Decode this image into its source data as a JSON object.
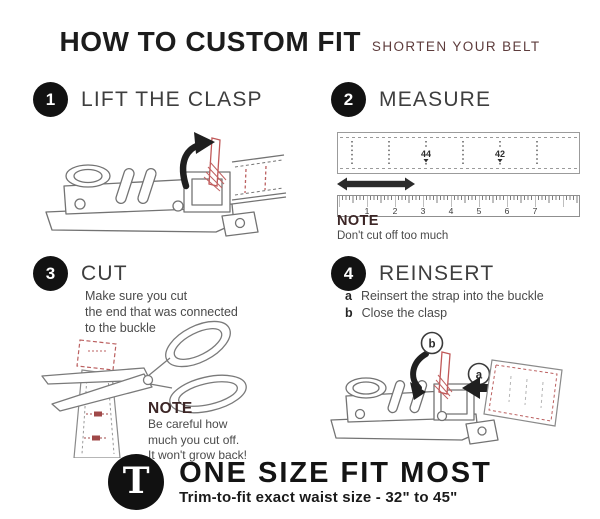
{
  "header": {
    "title": "HOW TO CUSTOM FIT",
    "subtitle": "SHORTEN YOUR BELT"
  },
  "steps": {
    "lift": {
      "number": "1",
      "label": "LIFT THE CLASP"
    },
    "measure": {
      "number": "2",
      "label": "MEASURE",
      "strap_sizes": [
        "44",
        "42"
      ],
      "ruler_numbers": [
        "1",
        "2",
        "3",
        "4",
        "5",
        "6",
        "7"
      ],
      "note_title": "NOTE",
      "note_text": "Don't cut off too much"
    },
    "cut": {
      "number": "3",
      "label": "CUT",
      "description_lines": [
        "Make sure you cut",
        "the end that was connected",
        "to the buckle"
      ],
      "note_title": "NOTE",
      "note_lines": [
        "Be careful how",
        "much you cut off.",
        "It won't grow back!"
      ]
    },
    "reinsert": {
      "number": "4",
      "label": "REINSERT",
      "items": [
        {
          "key": "a",
          "text": "Reinsert the strap into the buckle"
        },
        {
          "key": "b",
          "text": "Close the clasp"
        }
      ],
      "marker_a": "a",
      "marker_b": "b"
    }
  },
  "footer": {
    "logo_letter": "T",
    "title": "ONE SIZE FIT MOST",
    "subtitle": "Trim-to-fit exact waist size - 32\" to 45\""
  },
  "colors": {
    "ink_black": "#1c1c1c",
    "accent_maroon": "#5e3c3c",
    "stitch_red": "#bb6060",
    "line_gray": "#737373"
  }
}
